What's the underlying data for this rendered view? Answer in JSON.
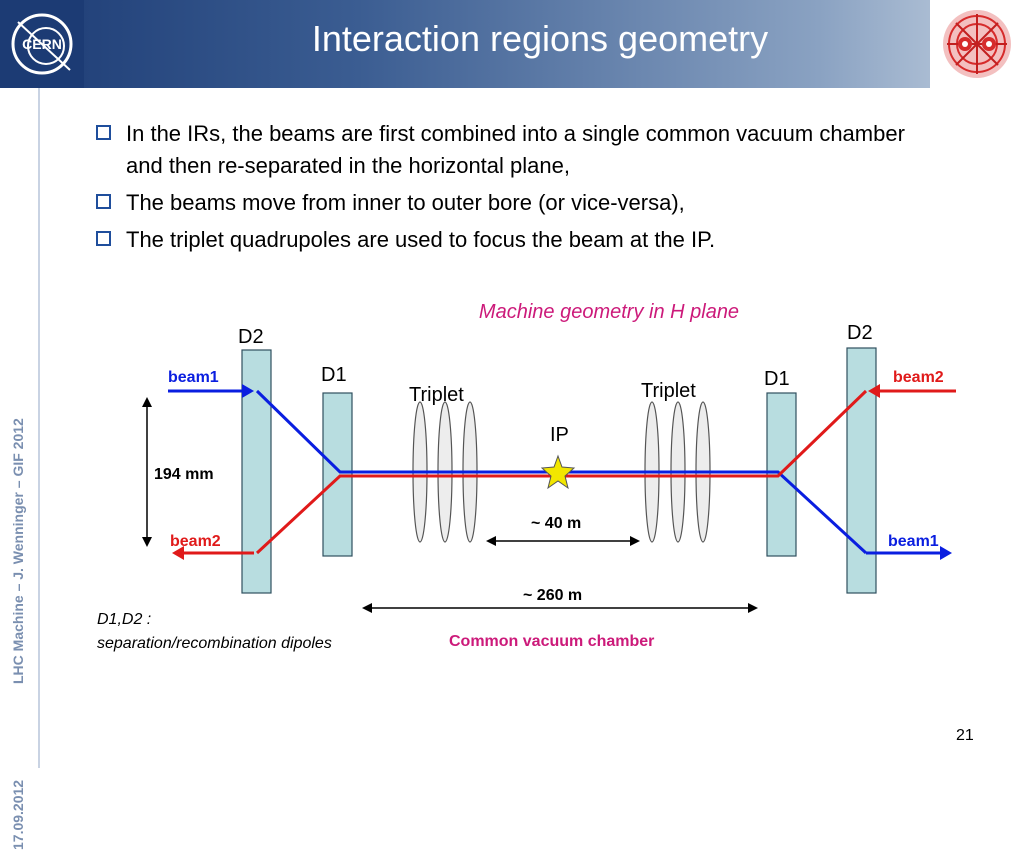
{
  "header": {
    "title": "Interaction regions geometry"
  },
  "sidebar": {
    "author": "LHC Machine  –  J. Wenninger – GIF 2012",
    "date": "17.09.2012"
  },
  "bullets": [
    "In the IRs, the beams are first combined into a single common vacuum chamber and then re-separated in the horizontal plane,",
    "The beams move from inner to outer bore (or vice-versa),",
    "The triplet quadrupoles are used to focus the beam at the IP."
  ],
  "diagram": {
    "caption": "Machine geometry in H plane",
    "d2_left": "D2",
    "d2_right": "D2",
    "d1_left": "D1",
    "d1_right": "D1",
    "triplet_left": "Triplet",
    "triplet_right": "Triplet",
    "ip": "IP",
    "beam1_left": "beam1",
    "beam2_left": "beam2",
    "beam2_right": "beam2",
    "beam1_right": "beam1",
    "separation": "194 mm",
    "distance_40": "~ 40 m",
    "distance_260": "~ 260 m",
    "dipoles_title": "D1,D2 :",
    "dipoles_desc": "separation/recombination dipoles",
    "common_chamber": "Common vacuum chamber",
    "colors": {
      "beam1": "#0a1ee0",
      "beam2": "#e01a1a",
      "magnet": "#b8dde0",
      "accent": "#cc1a7a",
      "star": "#f2e600"
    }
  },
  "page_number": "21"
}
